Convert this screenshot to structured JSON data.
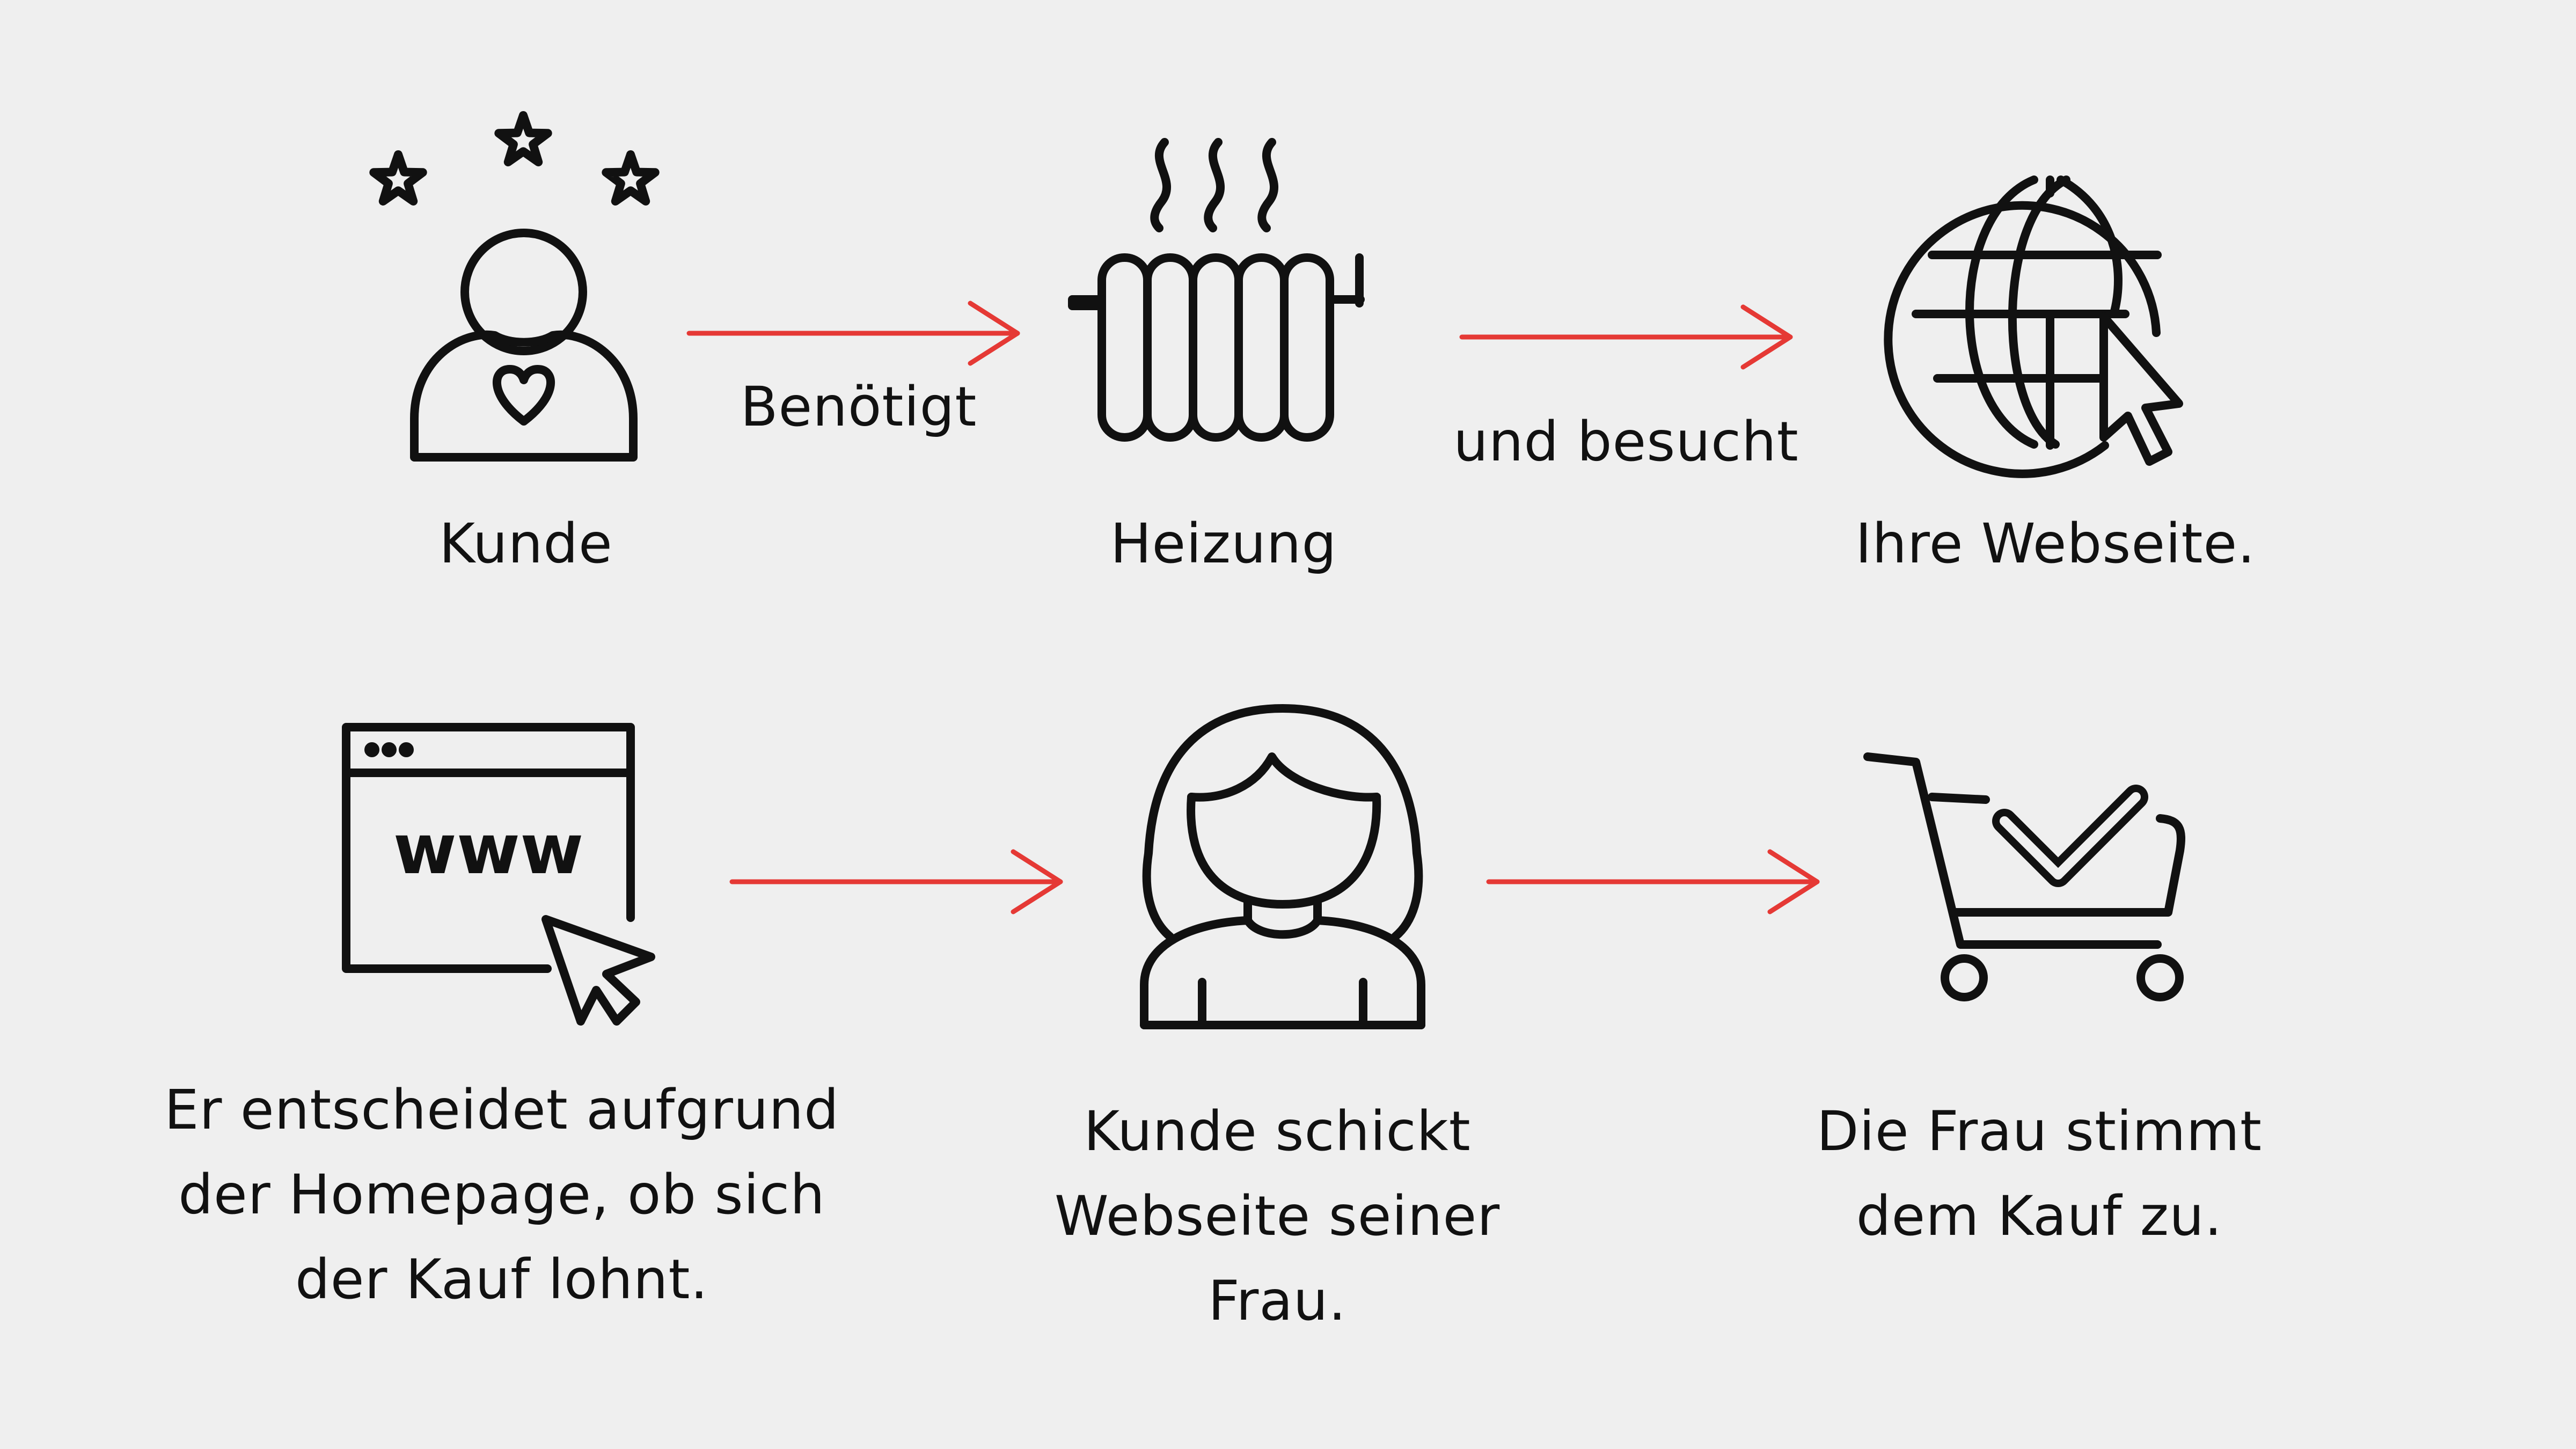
{
  "steps": [
    {
      "label": "Kunde",
      "icon": "customer-stars-icon"
    },
    {
      "label": "Heizung",
      "icon": "radiator-icon"
    },
    {
      "label": "Ihre Webseite.",
      "icon": "globe-cursor-icon"
    },
    {
      "label": "Er entscheidet aufgrund\nder Homepage,  ob sich\nder Kauf lohnt.",
      "icon": "browser-www-icon"
    },
    {
      "label": "Kunde schickt\nWebseite seiner\nFrau.",
      "icon": "woman-icon"
    },
    {
      "label": "Die Frau stimmt\ndem Kauf zu.",
      "icon": "cart-check-icon"
    }
  ],
  "connectors": [
    {
      "label": "Benötigt"
    },
    {
      "label": "und besucht"
    },
    {
      "label": ""
    },
    {
      "label": ""
    }
  ],
  "colors": {
    "background": "#efefef",
    "icon_stroke": "#111111",
    "arrow": "#e53935",
    "text": "#111111"
  }
}
